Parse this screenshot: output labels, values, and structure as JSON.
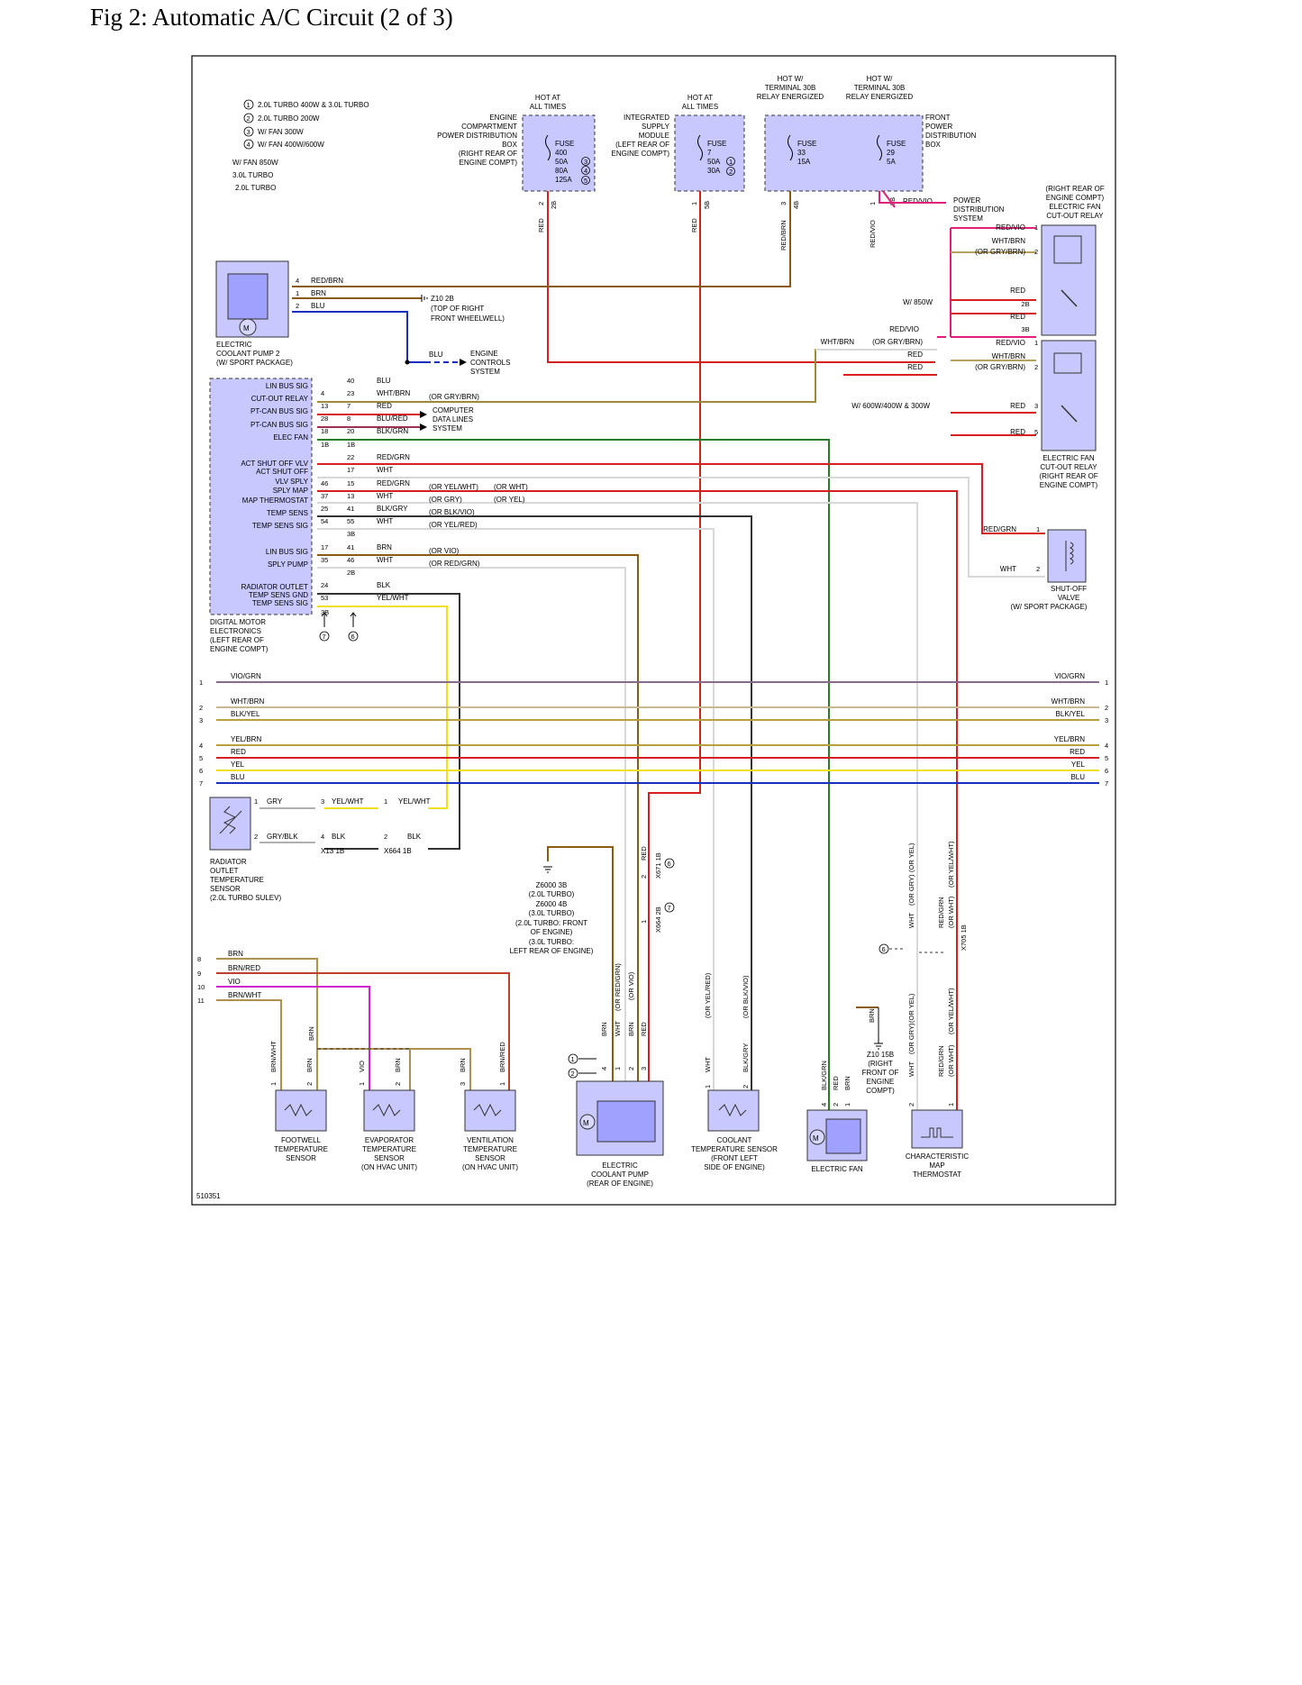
{
  "title": "Fig 2: Automatic A/C Circuit (2 of 3)",
  "figure_number": "510351",
  "colors": {
    "component_fill": "#c8c8ff",
    "red": "#d62020",
    "brown": "#8b5a14",
    "blue": "#1a2fc0",
    "yellow": "#f0e020",
    "green": "#2a7a2a",
    "violet": "#d020d0",
    "gray": "#b0b0b0",
    "black": "#333333",
    "white_wire": "#d8d8d8",
    "olive": "#9a8a3a"
  },
  "legend": [
    {
      "num": "1",
      "text": "2.0L TURBO 400W & 3.0L TURBO"
    },
    {
      "num": "2",
      "text": "2.0L TURBO 200W"
    },
    {
      "num": "3",
      "text": "W/ FAN 300W"
    },
    {
      "num": "4",
      "text": "W/ FAN 400W/600W"
    }
  ],
  "legend_extra": [
    "W/ FAN 850W",
    "3.0L TURBO",
    "2.0L TURBO"
  ],
  "hot_labels": [
    {
      "line1": "HOT AT",
      "line2": "ALL TIMES",
      "line3": ""
    },
    {
      "line1": "HOT AT",
      "line2": "ALL TIMES",
      "line3": ""
    },
    {
      "line1": "HOT W/",
      "line2": "TERMINAL 30B",
      "line3": "RELAY ENERGIZED"
    },
    {
      "line1": "HOT W/",
      "line2": "TERMINAL 30B",
      "line3": "RELAY ENERGIZED"
    }
  ],
  "fuse_boxes": {
    "engine_box": [
      "ENGINE",
      "COMPARTMENT",
      "POWER DISTRIBUTION",
      "BOX",
      "(RIGHT REAR OF",
      "ENGINE COMPT)"
    ],
    "ism": [
      "INTEGRATED",
      "SUPPLY",
      "MODULE",
      "(LEFT REAR OF",
      "ENGINE COMPT)"
    ],
    "front_box": [
      "FRONT",
      "POWER",
      "DISTRIBUTION",
      "BOX"
    ]
  },
  "fuses": [
    {
      "label": "FUSE",
      "ratings": [
        "400",
        "50A",
        "80A",
        "125A"
      ],
      "notes": [
        "3",
        "4",
        "5"
      ],
      "pin": "2",
      "conn": "2B",
      "wire": "RED"
    },
    {
      "label": "FUSE",
      "ratings": [
        "7",
        "50A",
        "30A"
      ],
      "notes": [
        "1",
        "2"
      ],
      "pin": "1",
      "conn": "5B",
      "wire": "RED"
    },
    {
      "label": "FUSE",
      "ratings": [
        "33",
        "15A"
      ],
      "notes": [],
      "pin": "3",
      "conn": "4B",
      "wire": "RED/BRN"
    },
    {
      "label": "FUSE",
      "ratings": [
        "29",
        "5A"
      ],
      "notes": [],
      "pin": "1",
      "conn": "8B",
      "wire": "RED/VIO"
    }
  ],
  "power_distribution": [
    "POWER",
    "DISTRIBUTION",
    "SYSTEM"
  ],
  "pump2": {
    "label": [
      "ELECTRIC",
      "COOLANT PUMP 2",
      "(W/ SPORT PACKAGE)"
    ],
    "pins": [
      {
        "n": "4",
        "w": "RED/BRN"
      },
      {
        "n": "1",
        "w": "BRN"
      },
      {
        "n": "2",
        "w": "BLU"
      }
    ]
  },
  "ground_z10": [
    "Z10 2B",
    "(TOP OF RIGHT",
    "FRONT WHEELWELL)"
  ],
  "engine_controls": {
    "wire": "BLU",
    "label": [
      "ENGINE",
      "CONTROLS",
      "SYSTEM"
    ]
  },
  "computer_lines": [
    "COMPUTER",
    "DATA LINES",
    "SYSTEM"
  ],
  "dme": {
    "label": [
      "DIGITAL MOTOR",
      "ELECTRONICS",
      "(LEFT REAR OF",
      "ENGINE COMPT)"
    ],
    "signals": [
      "LIN BUS SIG",
      "CUT-OUT RELAY",
      "PT-CAN BUS SIG",
      "PT-CAN BUS SIG",
      "ELEC FAN",
      "ACT SHUT OFF VLV",
      "ACT SHUT OFF",
      "VLV SPLY",
      "SPLY MAP",
      "MAP THERMOSTAT",
      "TEMP SENS",
      "TEMP SENS SIG",
      "LIN BUS SIG",
      "SPLY PUMP",
      "RADIATOR OUTLET",
      "TEMP SENS GND",
      "TEMP SENS SIG"
    ],
    "rows": [
      {
        "p1": "",
        "p2": "40",
        "w": "BLU",
        "alt": ""
      },
      {
        "p1": "4",
        "p2": "23",
        "w": "WHT/BRN",
        "alt": "(OR GRY/BRN)"
      },
      {
        "p1": "13",
        "p2": "7",
        "w": "RED",
        "alt": ""
      },
      {
        "p1": "28",
        "p2": "8",
        "w": "BLU/RED",
        "alt": ""
      },
      {
        "p1": "18",
        "p2": "20",
        "w": "BLK/GRN",
        "alt": ""
      },
      {
        "p1": "1B",
        "p2": "1B",
        "w": "",
        "alt": ""
      },
      {
        "p1": "",
        "p2": "22",
        "w": "RED/GRN",
        "alt": ""
      },
      {
        "p1": "",
        "p2": "17",
        "w": "WHT",
        "alt": ""
      },
      {
        "p1": "46",
        "p2": "15",
        "w": "RED/GRN",
        "alt": "(OR YEL/WHT)",
        "alt2": "(OR WHT)"
      },
      {
        "p1": "37",
        "p2": "13",
        "w": "WHT",
        "alt": "(OR GRY)",
        "alt2": "(OR YEL)"
      },
      {
        "p1": "25",
        "p2": "41",
        "w": "BLK/GRY",
        "alt": "(OR BLK/VIO)"
      },
      {
        "p1": "54",
        "p2": "55",
        "w": "WHT",
        "alt": "(OR YEL/RED)"
      },
      {
        "p1": "",
        "p2": "3B",
        "w": "",
        "alt": ""
      },
      {
        "p1": "17",
        "p2": "41",
        "w": "BRN",
        "alt": "(OR VIO)"
      },
      {
        "p1": "35",
        "p2": "46",
        "w": "WHT",
        "alt": "(OR RED/GRN)"
      },
      {
        "p1": "",
        "p2": "2B",
        "w": "",
        "alt": ""
      },
      {
        "p1": "24",
        "p2": "",
        "w": "BLK",
        "alt": ""
      },
      {
        "p1": "53",
        "p2": "",
        "w": "YEL/WHT",
        "alt": ""
      },
      {
        "p1": "3B",
        "p2": "",
        "w": "",
        "alt": ""
      }
    ],
    "notes": [
      "7",
      "6"
    ]
  },
  "bus_lines": [
    {
      "num": "1",
      "w": "VIO/GRN"
    },
    {
      "num": "2",
      "w": "WHT/BRN"
    },
    {
      "num": "3",
      "w": "BLK/YEL"
    },
    {
      "num": "4",
      "w": "YEL/BRN"
    },
    {
      "num": "5",
      "w": "RED"
    },
    {
      "num": "6",
      "w": "YEL"
    },
    {
      "num": "7",
      "w": "BLU"
    }
  ],
  "relays": {
    "upper": {
      "label": [
        "(RIGHT REAR OF",
        "ENGINE COMPT)",
        "ELECTRIC FAN",
        "CUT-OUT RELAY"
      ],
      "wires": [
        "RED/VIO",
        "WHT/BRN",
        "(OR GRY/BRN)",
        "RED",
        "RED"
      ],
      "pins": [
        "1",
        "2",
        "2B",
        "3B"
      ],
      "note": "W/ 850W"
    },
    "lower": {
      "label": [
        "ELECTRIC FAN",
        "CUT-OUT RELAY",
        "(RIGHT REAR OF",
        "ENGINE COMPT)"
      ],
      "wires": [
        "RED/VIO",
        "WHT/BRN",
        "(OR GRY/BRN)",
        "RED",
        "RED"
      ],
      "pins": [
        "1",
        "2",
        "3",
        "5"
      ],
      "note": "W/ 600W/400W & 300W"
    }
  },
  "relay_feed": {
    "w1": "RED/VIO",
    "w2": "WHT/BRN",
    "w2alt": "(OR GRY/BRN)",
    "w3": "RED",
    "w4": "RED"
  },
  "shutoff_valve": {
    "label": [
      "SHUT-OFF",
      "VALVE",
      "(W/ SPORT PACKAGE)"
    ],
    "wires": [
      {
        "w": "RED/GRN",
        "p": "1"
      },
      {
        "w": "WHT",
        "p": "2"
      }
    ]
  },
  "radiator_sensor": {
    "label": [
      "RADIATOR",
      "OUTLET",
      "TEMPERATURE",
      "SENSOR",
      "(2.0L TURBO SULEV)"
    ],
    "wires": [
      {
        "p": "1",
        "w": "GRY"
      },
      {
        "p": "2",
        "w": "GRY/BLK"
      }
    ],
    "x13": [
      {
        "p": "3",
        "w": "YEL/WHT"
      },
      {
        "p": "4",
        "w": "BLK"
      }
    ],
    "x13_name": "X13 1B",
    "x664": [
      {
        "p": "1",
        "w": "YEL/WHT"
      },
      {
        "p": "2",
        "w": "BLK"
      }
    ],
    "x664_name": "X664 1B"
  },
  "ground_z6000": [
    "Z6000 3B",
    "(2.0L TURBO)",
    "Z6000 4B",
    "(3.0L TURBO)",
    "(2.0L TURBO: FRONT",
    "OF ENGINE)",
    "(3.0L TURBO:",
    "LEFT REAR OF ENGINE)"
  ],
  "connectors": {
    "x671": "X671 1B",
    "x664_2b": "X664 2B",
    "x705": "X705 1B",
    "red": "RED",
    "p2": "2",
    "p1": "1"
  },
  "lower_bus": [
    {
      "num": "8",
      "w": "BRN"
    },
    {
      "num": "9",
      "w": "BRN/RED"
    },
    {
      "num": "10",
      "w": "VIO"
    },
    {
      "num": "11",
      "w": "BRN/WHT"
    }
  ],
  "sensors": [
    {
      "label": [
        "FOOTWELL",
        "TEMPERATURE",
        "SENSOR"
      ],
      "pins": [
        {
          "n": "1",
          "w": "BRN/WHT"
        },
        {
          "n": "2",
          "w": "BRN"
        }
      ]
    },
    {
      "label": [
        "EVAPORATOR",
        "TEMPERATURE",
        "SENSOR",
        "(ON HVAC UNIT)"
      ],
      "pins": [
        {
          "n": "1",
          "w": "VIO"
        },
        {
          "n": "2",
          "w": "BRN"
        }
      ]
    },
    {
      "label": [
        "VENTILATION",
        "TEMPERATURE",
        "SENSOR",
        "(ON HVAC UNIT)"
      ],
      "pins": [
        {
          "n": "3",
          "w": "BRN"
        },
        {
          "n": "1",
          "w": "BRN/RED"
        }
      ]
    }
  ],
  "brn_mid": "BRN",
  "coolant_pump": {
    "label": [
      "ELECTRIC",
      "COOLANT PUMP",
      "(REAR OF ENGINE)"
    ],
    "wires": [
      "BRN",
      "WHT",
      "BRN",
      "RED"
    ],
    "alts": [
      "(OR RED/GRN)",
      "(OR VIO)"
    ],
    "pins": [
      "4",
      "1",
      "2",
      "3"
    ],
    "notes": [
      "1",
      "2"
    ]
  },
  "coolant_sensor": {
    "label": [
      "COOLANT",
      "TEMPERATURE SENSOR",
      "(FRONT LEFT",
      "SIDE OF ENGINE)"
    ],
    "wires": [
      "WHT",
      "BLK/GRY"
    ],
    "alts": [
      "(OR YEL/RED)",
      "(OR BLK/VIO)"
    ],
    "pins": [
      "1",
      "2"
    ]
  },
  "electric_fan": {
    "label": [
      "ELECTRIC FAN"
    ],
    "wires": [
      "BLK/GRN",
      "RED",
      "BRN"
    ],
    "pins": [
      "4",
      "2",
      "1"
    ],
    "ground": [
      "Z10 15B",
      "(RIGHT",
      "FRONT OF",
      "ENGINE",
      "COMPT)"
    ],
    "gw": "BRN"
  },
  "map_thermostat": {
    "label": [
      "CHARACTERISTIC",
      "MAP",
      "THERMOSTAT"
    ],
    "wires_upper": [
      "WHT",
      "(OR GRY)",
      "(OR YEL)",
      "RED/GRN",
      "(OR WHT)",
      "(OR YEL/WHT)"
    ],
    "wires_lower": [
      "WHT",
      "(OR GRY)",
      "(OR YEL)",
      "RED/GRN",
      "(OR WHT)",
      "(OR YEL/WHT)"
    ],
    "pins": [
      "2",
      "1"
    ],
    "note": "6"
  }
}
